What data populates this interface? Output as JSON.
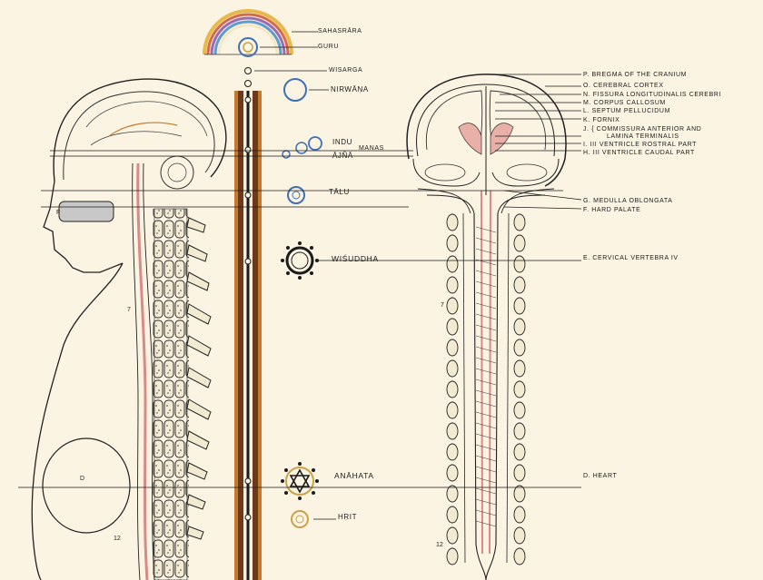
{
  "colors": {
    "background": "#fbf4e3",
    "ink": "#1b1b1b",
    "channel_orange": "#c77a2c",
    "channel_brown": "#6b3a1c",
    "cord_pink": "#d98a86",
    "halo_blue": "#3f6fb4",
    "gold": "#c9a24a"
  },
  "chakra_labels": {
    "sahasrara": "SAHASRĀRA",
    "guru": "GURU",
    "wisarga": "WISARGA",
    "nirwana": "NIRWĀṆA",
    "indu": "INDU",
    "manas": "MANAS",
    "ajna": "ĀJÑĀ",
    "talu": "TĀLU",
    "wisuddha": "WIŚUDDHA",
    "anahata": "ANĀHATA",
    "hrit": "HṚIT"
  },
  "anatomy_labels": {
    "P": "P. BREGMA OF THE CRANIUM",
    "O": "O. CEREBRAL CORTEX",
    "N": "N. FISSURA LONGITUDINALIS CEREBRI",
    "M": "M. CORPUS CALLOSUM",
    "L": "L. SEPTUM PELLUCIDUM",
    "K": "K. FORNIX",
    "J1": "J. { COMMISSURA ANTERIOR AND",
    "J2": "LAMINA TERMINALIS",
    "I": "I. III VENTRICLE ROSTRAL PART",
    "H": "H. III VENTRICLE CAUDAL PART",
    "G": "G. MEDULLA OBLONGATA",
    "F": "F. HARD PALATE",
    "E": "E. CERVICAL VERTEBRA IV",
    "D": "D. HEART"
  },
  "figure_marks": {
    "left_seven": "7",
    "left_twelve": "12",
    "left_D": "D",
    "left_F": "F",
    "right_seven": "7",
    "right_twelve": "12"
  }
}
